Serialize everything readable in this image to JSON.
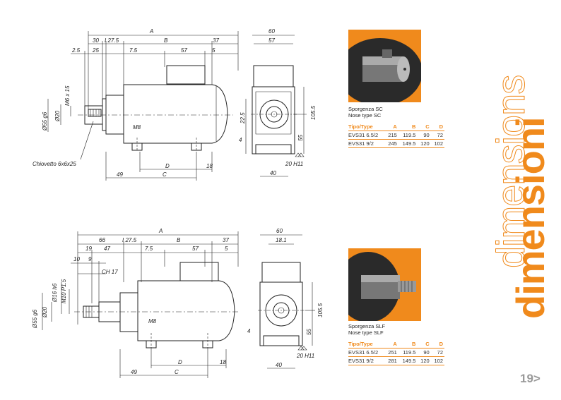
{
  "drawing_top": {
    "A": "A",
    "B": "B",
    "C": "C",
    "D": "D",
    "d30": "30",
    "d27_5": "I 27.5",
    "d2_5": "2.5",
    "d25": "25",
    "d7_5": "7.5",
    "d57": "57",
    "d5": "5",
    "d37": "37",
    "d49": "49",
    "d18": "18",
    "m8": "M8",
    "m6x15": "M6 x 15",
    "dia55": "Ø55 g6",
    "dia20": "Ø20",
    "chiavetto": "Chiovetto 6x6x25",
    "side_60": "60",
    "side_57": "57",
    "side_22_5": "22.5",
    "side_105_5": "105.5",
    "side_55": "55",
    "side_4": "4",
    "side_40": "40",
    "side_20h11": "20 H11"
  },
  "drawing_bottom": {
    "A": "A",
    "B": "B",
    "C": "C",
    "D": "D",
    "d66": "66",
    "d27_5": "I 27.5",
    "d19": "19",
    "d47": "47",
    "d7_5": "7.5",
    "d57": "57",
    "d5": "5",
    "d37": "37",
    "d10": "10",
    "d9": "9",
    "ch17": "CH 17",
    "d49": "49",
    "d18": "18",
    "m8": "M8",
    "dia55": "Ø55 g6",
    "dia20": "Ø20",
    "dia16": "Ø16 h6",
    "m10": "M10 P1.5",
    "side_60": "60",
    "side_18_1": "18.1",
    "side_105_5": "105.5",
    "side_55": "55",
    "side_4": "4",
    "side_40": "40",
    "side_20h11": "20 H11"
  },
  "spec_sc": {
    "caption_it": "Sporgenza SC",
    "caption_en": "Nose type SC",
    "headers": [
      "Tipo/Type",
      "A",
      "B",
      "C",
      "D"
    ],
    "rows": [
      [
        "EVS31 6.5/2",
        "215",
        "119.5",
        "90",
        "72"
      ],
      [
        "EVS31 9/2",
        "245",
        "149.5",
        "120",
        "102"
      ]
    ]
  },
  "spec_slf": {
    "caption_it": "Sporgenza SLF",
    "caption_en": "Nose type SLF",
    "headers": [
      "Tipo/Type",
      "A",
      "B",
      "C",
      "D"
    ],
    "rows": [
      [
        "EVS31 6.5/2",
        "251",
        "119.5",
        "90",
        "72"
      ],
      [
        "EVS31 9/2",
        "281",
        "149.5",
        "120",
        "102"
      ]
    ]
  },
  "title_outline": "dimensions",
  "title_solid": "dimensioni",
  "page_number": "19>",
  "colors": {
    "accent": "#f08a1c",
    "ink": "#222222"
  }
}
